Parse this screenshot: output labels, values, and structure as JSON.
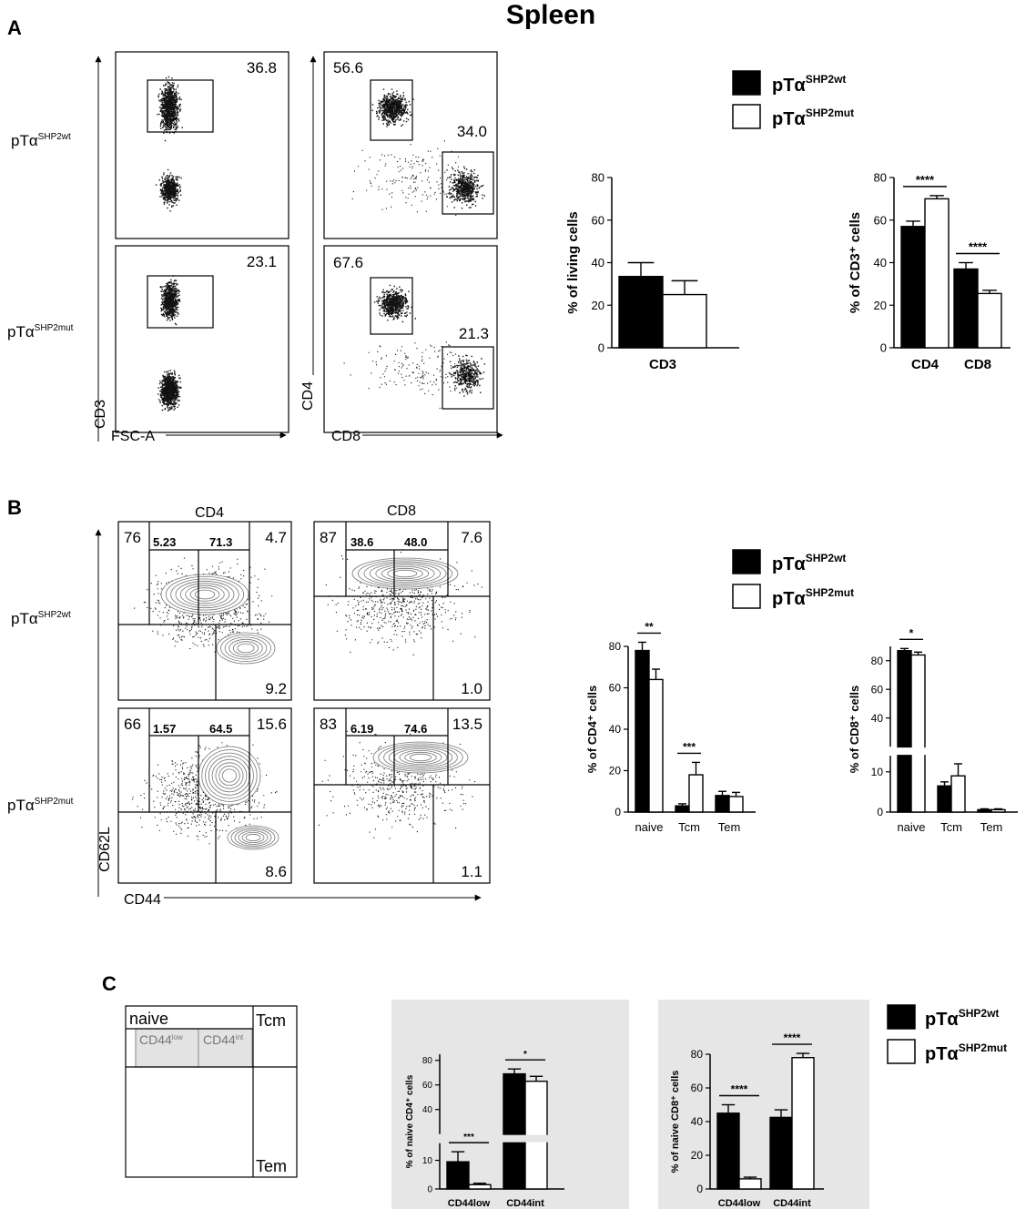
{
  "figure": {
    "title": "Spleen",
    "panel_labels": [
      "A",
      "B",
      "C"
    ],
    "legend": {
      "wt": "pTα",
      "wt_sup": "SHP2wt",
      "mut": "pTα",
      "mut_sup": "SHP2mut"
    },
    "row_labels": {
      "wt": "pTα",
      "wt_sup": "SHP2wt",
      "mut": "pTα",
      "mut_sup": "SHP2mut"
    },
    "colors": {
      "wt_bar": "#000000",
      "mut_bar": "#ffffff",
      "panel_c_bg": "#e6e6e6",
      "contour": "#777777"
    }
  },
  "panel_a": {
    "flow_axes": {
      "x1": "FSC-A",
      "y1": "CD3",
      "x2": "CD8",
      "y2": "CD4"
    },
    "wt": {
      "cd3": "36.8",
      "cd4": "56.6",
      "cd8": "34.0"
    },
    "mut": {
      "cd3": "23.1",
      "cd4": "67.6",
      "cd8": "21.3"
    }
  },
  "panel_b": {
    "col_titles": [
      "CD4",
      "CD8"
    ],
    "flow_axes": {
      "x": "CD44",
      "y": "CD62L"
    },
    "wt": {
      "cd4": {
        "naive": "76",
        "low": "5.23",
        "int": "71.3",
        "tcm": "4.7",
        "tem": "9.2"
      },
      "cd8": {
        "naive": "87",
        "low": "38.6",
        "int": "48.0",
        "tcm": "7.6",
        "tem": "1.0"
      }
    },
    "mut": {
      "cd4": {
        "naive": "66",
        "low": "1.57",
        "int": "64.5",
        "tcm": "15.6",
        "tem": "8.6"
      },
      "cd8": {
        "naive": "83",
        "low": "6.19",
        "int": "74.6",
        "tcm": "13.5",
        "tem": "1.1"
      }
    }
  },
  "panel_c": {
    "schematic": {
      "naive": "naive",
      "tcm": "Tcm",
      "tem": "Tem",
      "low": "CD44",
      "low_sup": "low",
      "int": "CD44",
      "int_sup": "int"
    }
  },
  "chart_data": [
    {
      "id": "a1",
      "type": "bar",
      "categories": [
        "CD3"
      ],
      "series": [
        {
          "name": "pTαSHP2wt",
          "values": [
            33.5
          ],
          "errors": [
            6.5
          ]
        },
        {
          "name": "pTαSHP2mut",
          "values": [
            25
          ],
          "errors": [
            6.5
          ]
        }
      ],
      "ylabel": "% of living cells",
      "ylim": [
        0,
        80
      ],
      "yticks": [
        "0",
        "20",
        "40",
        "60",
        "80"
      ],
      "significance": []
    },
    {
      "id": "a2",
      "type": "bar",
      "categories": [
        "CD4",
        "CD8"
      ],
      "series": [
        {
          "name": "pTαSHP2wt",
          "values": [
            57,
            37
          ],
          "errors": [
            2.5,
            3
          ]
        },
        {
          "name": "pTαSHP2mut",
          "values": [
            70,
            25.5
          ],
          "errors": [
            1.5,
            1.5
          ]
        }
      ],
      "ylabel": "% of CD3⁺ cells",
      "ylim": [
        0,
        80
      ],
      "yticks": [
        "0",
        "20",
        "40",
        "60",
        "80"
      ],
      "significance": [
        {
          "label": "****",
          "category": 0
        },
        {
          "label": "****",
          "category": 1
        }
      ]
    },
    {
      "id": "b1",
      "type": "bar",
      "categories": [
        "naive",
        "Tcm",
        "Tem"
      ],
      "series": [
        {
          "name": "pTαSHP2wt",
          "values": [
            78,
            3,
            8
          ],
          "errors": [
            4,
            1,
            2
          ]
        },
        {
          "name": "pTαSHP2mut",
          "values": [
            64,
            18,
            7.5
          ],
          "errors": [
            5,
            6,
            2
          ]
        }
      ],
      "ylabel": "% of CD4⁺ cells",
      "ylim": [
        0,
        80
      ],
      "yticks": [
        "0",
        "20",
        "40",
        "60",
        "80"
      ],
      "significance": [
        {
          "label": "**",
          "category": 0
        },
        {
          "label": "***",
          "category": 1
        }
      ]
    },
    {
      "id": "b2",
      "type": "bar",
      "categories": [
        "naive",
        "Tcm",
        "Tem"
      ],
      "series": [
        {
          "name": "pTαSHP2wt",
          "values": [
            87,
            6.5,
            0.6
          ],
          "errors": [
            1.5,
            1,
            0.2
          ]
        },
        {
          "name": "pTαSHP2mut",
          "values": [
            84,
            9,
            0.6
          ],
          "errors": [
            2,
            3,
            0.2
          ]
        }
      ],
      "ylabel": "% of CD8⁺ cells",
      "yticks": [
        "0",
        "10",
        "40",
        "60",
        "80"
      ],
      "broken_axis": {
        "lower": [
          0,
          14
        ],
        "upper": [
          20,
          90
        ]
      },
      "significance": [
        {
          "label": "*",
          "category": 0
        }
      ]
    },
    {
      "id": "c1",
      "type": "bar",
      "categories": [
        "CD44low",
        "CD44int"
      ],
      "series": [
        {
          "name": "pTαSHP2wt",
          "values": [
            9.5,
            69
          ],
          "errors": [
            3.5,
            4
          ]
        },
        {
          "name": "pTαSHP2mut",
          "values": [
            1.5,
            63
          ],
          "errors": [
            0.5,
            4
          ]
        }
      ],
      "ylabel": "% of naive CD4⁺ cells",
      "yticks": [
        "0",
        "10",
        "40",
        "60",
        "80"
      ],
      "broken_axis": {
        "lower": [
          0,
          16
        ],
        "upper": [
          20,
          85
        ]
      },
      "significance": [
        {
          "label": "***",
          "category": 0
        },
        {
          "label": "*",
          "category": 1
        }
      ]
    },
    {
      "id": "c2",
      "type": "bar",
      "categories": [
        "CD44low",
        "CD44int"
      ],
      "series": [
        {
          "name": "pTαSHP2wt",
          "values": [
            45,
            42.5
          ],
          "errors": [
            5,
            4.5
          ]
        },
        {
          "name": "pTαSHP2mut",
          "values": [
            6,
            78
          ],
          "errors": [
            1,
            2.5
          ]
        }
      ],
      "ylabel": "% of naive CD8⁺ cells",
      "ylim": [
        0,
        80
      ],
      "yticks": [
        "0",
        "20",
        "40",
        "60",
        "80"
      ],
      "significance": [
        {
          "label": "****",
          "category": 0
        },
        {
          "label": "****",
          "category": 1
        }
      ]
    }
  ]
}
